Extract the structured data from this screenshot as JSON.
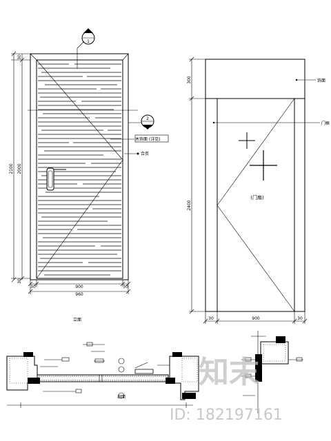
{
  "door_elevation": {
    "dim_height_outer": "2100",
    "dim_height_inner": "2000",
    "dim_top_small": "30",
    "dim_bottom_small": "30",
    "dim_width_leaf": "900",
    "dim_width_total": "960",
    "dim_left_small": "30",
    "dim_right_small": "30",
    "callout_top_symbol": "1",
    "callout_mid_symbol": "2",
    "label_material": "木饰面 (详见)",
    "label_hinge": "合页",
    "caption": "立面"
  },
  "door_frame_elevation": {
    "dim_height": "2400",
    "dim_top": "300",
    "dim_width": "900",
    "dim_left": "30",
    "dim_right": "30",
    "label_top": "饰面",
    "label_side": "门框",
    "leaf_note": "(门扇)"
  },
  "plan_section": {
    "caption": "剖面"
  },
  "watermark": {
    "logo_text": "知末",
    "id_text": "ID: 182197161"
  }
}
